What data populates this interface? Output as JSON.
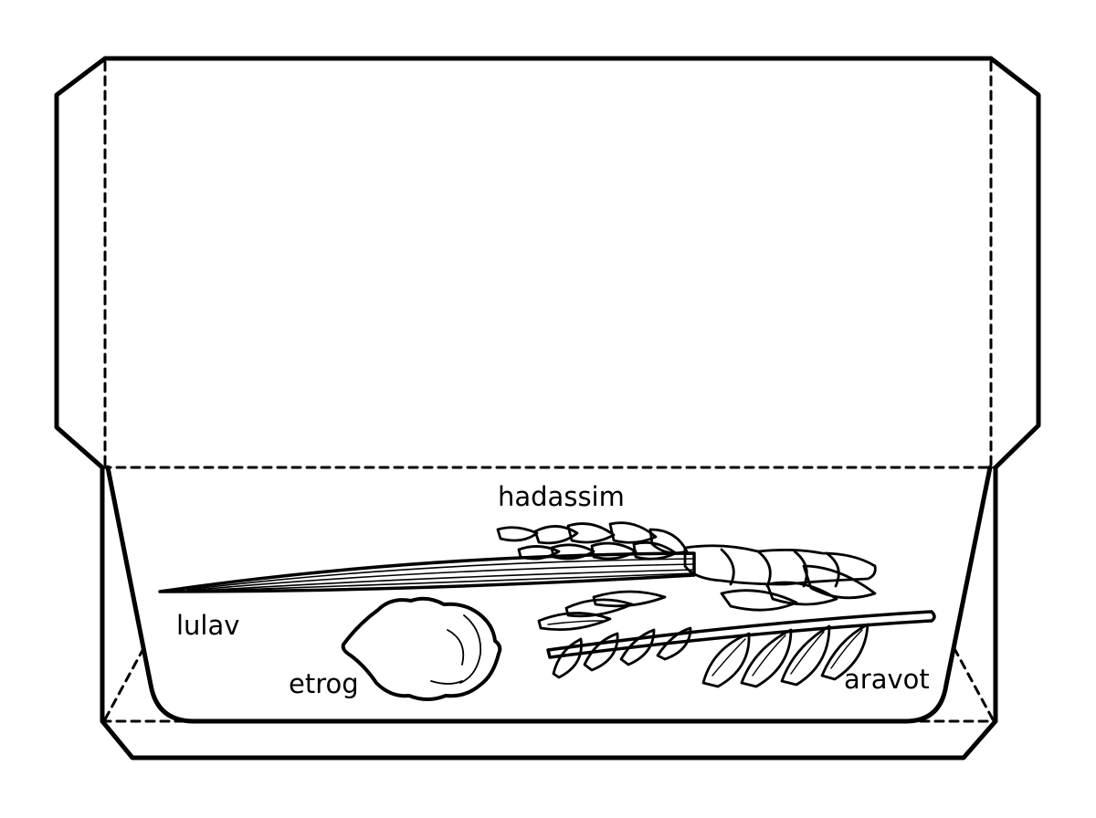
{
  "labels": {
    "hadassim": "hadassim",
    "lulav": "lulav",
    "etrog": "etrog",
    "aravot": "aravot"
  },
  "colors": {
    "stroke": "#000000",
    "background": "#ffffff"
  }
}
